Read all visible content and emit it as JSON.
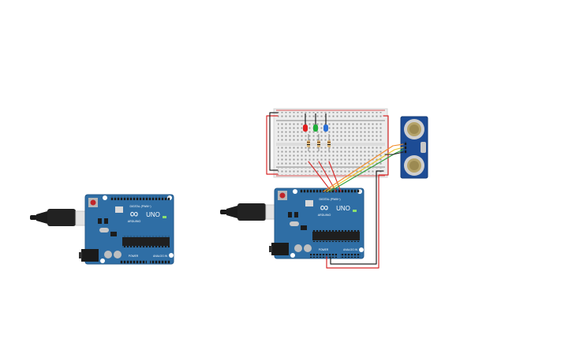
{
  "canvas": {
    "background": "#ffffff",
    "components": [
      {
        "type": "arduino-uno",
        "brand_label": "ARDUINO",
        "model_label": "UNO",
        "logo_symbol": "∞",
        "header_digital_label": "DIGITAL (PWM~)",
        "header_power_label": "POWER",
        "header_analog_label": "ANALOG IN",
        "board_color": "#2f6ea5",
        "connections": "none"
      },
      {
        "type": "arduino-uno",
        "brand_label": "ARDUINO",
        "model_label": "UNO",
        "logo_symbol": "∞",
        "header_digital_label": "DIGITAL (PWM~)",
        "header_power_label": "POWER",
        "header_analog_label": "ANALOG IN",
        "board_color": "#2f6ea5",
        "connections": "wired"
      },
      {
        "type": "breadboard",
        "rail_plus_color": "#d62828",
        "rail_minus_color": "#222222"
      },
      {
        "type": "led",
        "color_name": "red",
        "color": "#e02020"
      },
      {
        "type": "led",
        "color_name": "green",
        "color": "#1fae3a"
      },
      {
        "type": "led",
        "color_name": "blue",
        "color": "#2a6fd6"
      },
      {
        "type": "resistor",
        "count": 3,
        "body_color": "#d9b77a"
      },
      {
        "type": "ultrasonic-sensor",
        "board_color": "#1d4c95"
      }
    ],
    "wire_colors": {
      "red": "#d62828",
      "black": "#222222",
      "orange": "#f28c28",
      "green": "#2e9e3a",
      "yellow": "#e8c52a"
    },
    "icons": [
      "usb-cable-icon",
      "power-jack-icon",
      "reset-button-icon",
      "chip-icon"
    ]
  }
}
